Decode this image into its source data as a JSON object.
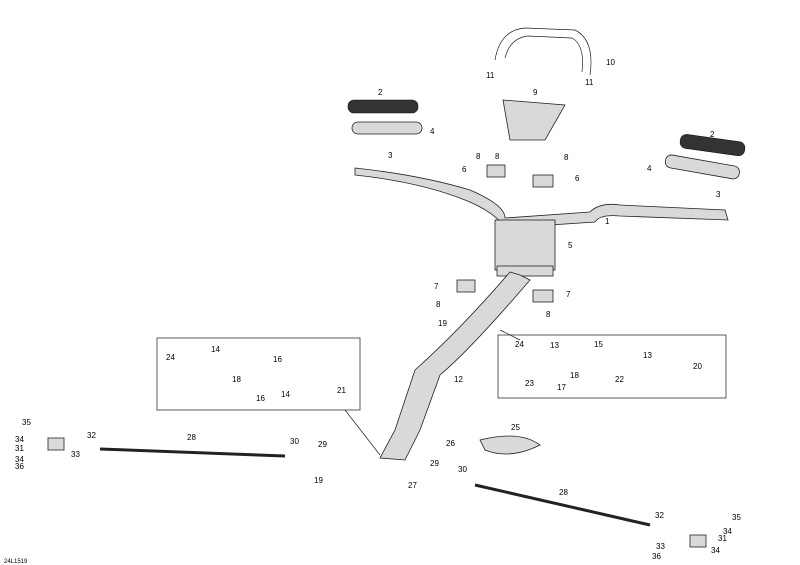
{
  "diagram_code": "24L1519",
  "callouts": [
    "1",
    "2",
    "2",
    "3",
    "3",
    "4",
    "4",
    "5",
    "6",
    "6",
    "7",
    "7",
    "8",
    "8",
    "8",
    "8",
    "8",
    "9",
    "10",
    "11",
    "11",
    "12",
    "13",
    "13",
    "14",
    "14",
    "15",
    "16",
    "16",
    "17",
    "18",
    "18",
    "19",
    "19",
    "20",
    "21",
    "22",
    "23",
    "24",
    "24",
    "25",
    "26",
    "27",
    "28",
    "28",
    "29",
    "29",
    "30",
    "30",
    "31",
    "31",
    "32",
    "32",
    "33",
    "33",
    "34",
    "34",
    "34",
    "34",
    "35",
    "35",
    "36",
    "36"
  ]
}
